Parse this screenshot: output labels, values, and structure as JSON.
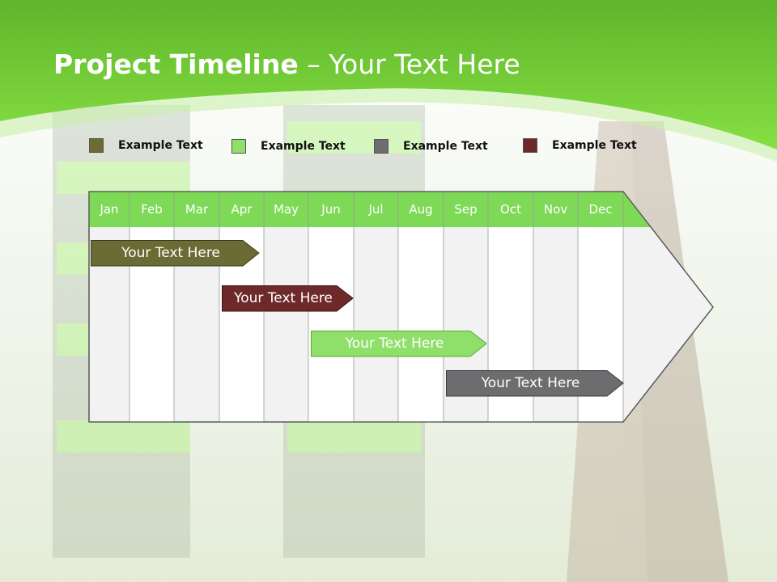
{
  "slide": {
    "title_bold": "Project Timeline",
    "title_rest": " – Your Text Here"
  },
  "legend": [
    {
      "label": "Example Text",
      "color": "#6b6b35"
    },
    {
      "label": "Example Text",
      "color": "#8fe06a"
    },
    {
      "label": "Example Text",
      "color": "#6d6d6f"
    },
    {
      "label": "Example Text",
      "color": "#6e2a2a"
    }
  ],
  "months": [
    "Jan",
    "Feb",
    "Mar",
    "Apr",
    "May",
    "Jun",
    "Jul",
    "Aug",
    "Sep",
    "Oct",
    "Nov",
    "Dec"
  ],
  "tasks": [
    {
      "label": "Your  Text Here",
      "color": "#6b6b35"
    },
    {
      "label": "Your  Text Here",
      "color": "#6e2a2a"
    },
    {
      "label": "Your  Text Here",
      "color": "#8fe06a"
    },
    {
      "label": "Your  Text Here",
      "color": "#6d6d6f"
    }
  ],
  "colors": {
    "header_green": "#7ed957",
    "accent_green": "#6cc92f"
  }
}
